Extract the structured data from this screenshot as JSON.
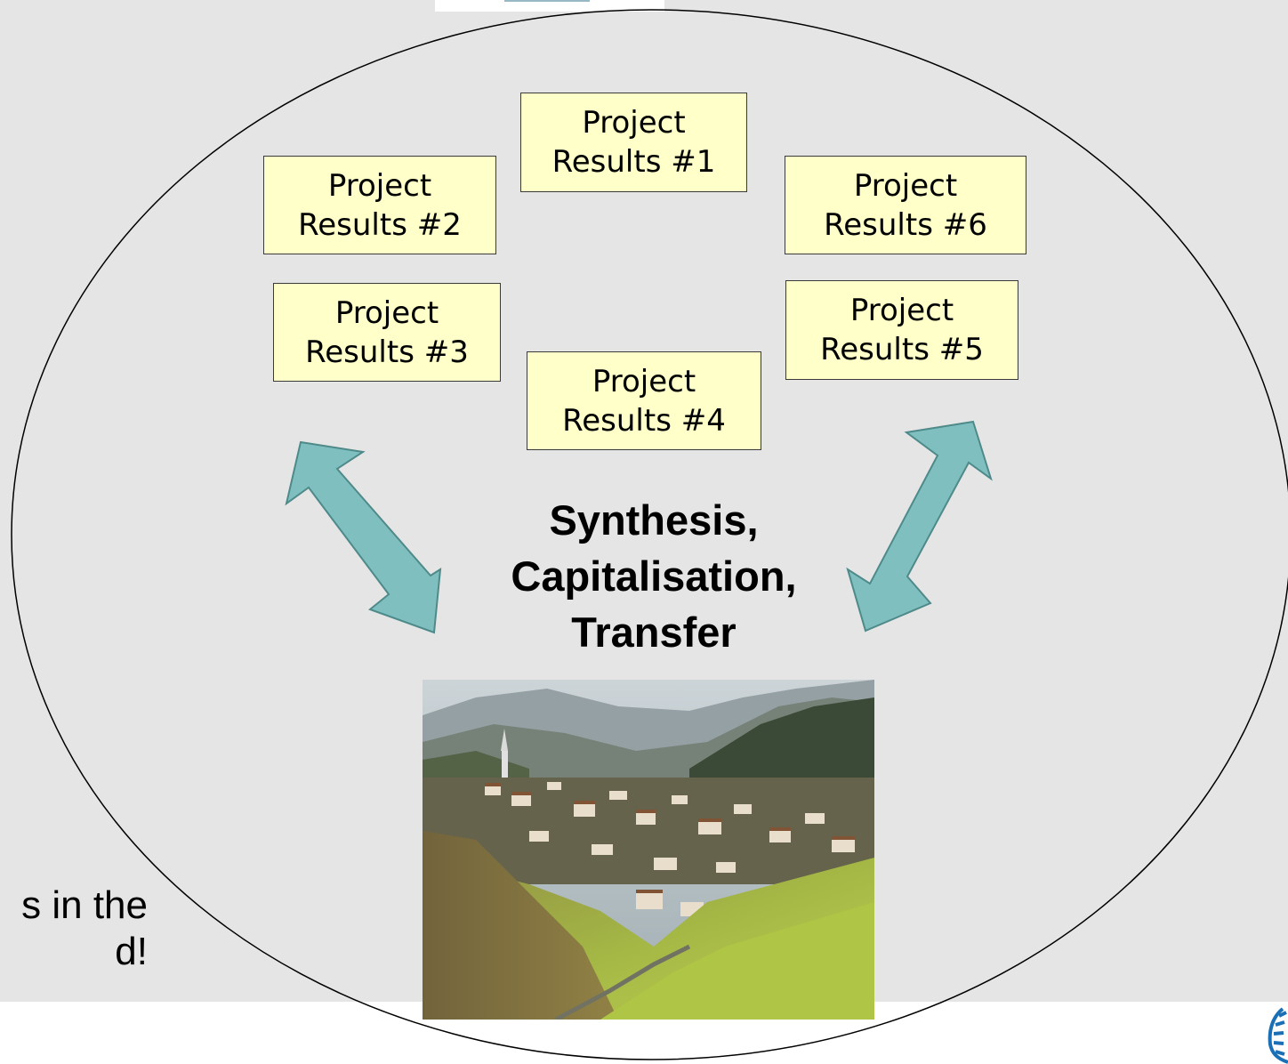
{
  "diagram": {
    "results": [
      {
        "line1": "Project",
        "line2": "Results #1"
      },
      {
        "line1": "Project",
        "line2": "Results #2"
      },
      {
        "line1": "Project",
        "line2": "Results #3"
      },
      {
        "line1": "Project",
        "line2": "Results #4"
      },
      {
        "line1": "Project",
        "line2": "Results #5"
      },
      {
        "line1": "Project",
        "line2": "Results #6"
      }
    ],
    "center_label": {
      "line1": "Synthesis,",
      "line2": "Capitalisation,",
      "line3": "Transfer"
    }
  },
  "side_text": {
    "line1": "s in the",
    "line2": "d!"
  },
  "colors": {
    "background": "#e5e5e5",
    "box_fill": "#ffffc9",
    "arrow_fill": "#7fbfbf",
    "arrow_stroke": "#4f8a8a"
  },
  "icons": {
    "village_photo": "alpine-village-photo",
    "corner_logo": "laurel-logo-icon"
  }
}
